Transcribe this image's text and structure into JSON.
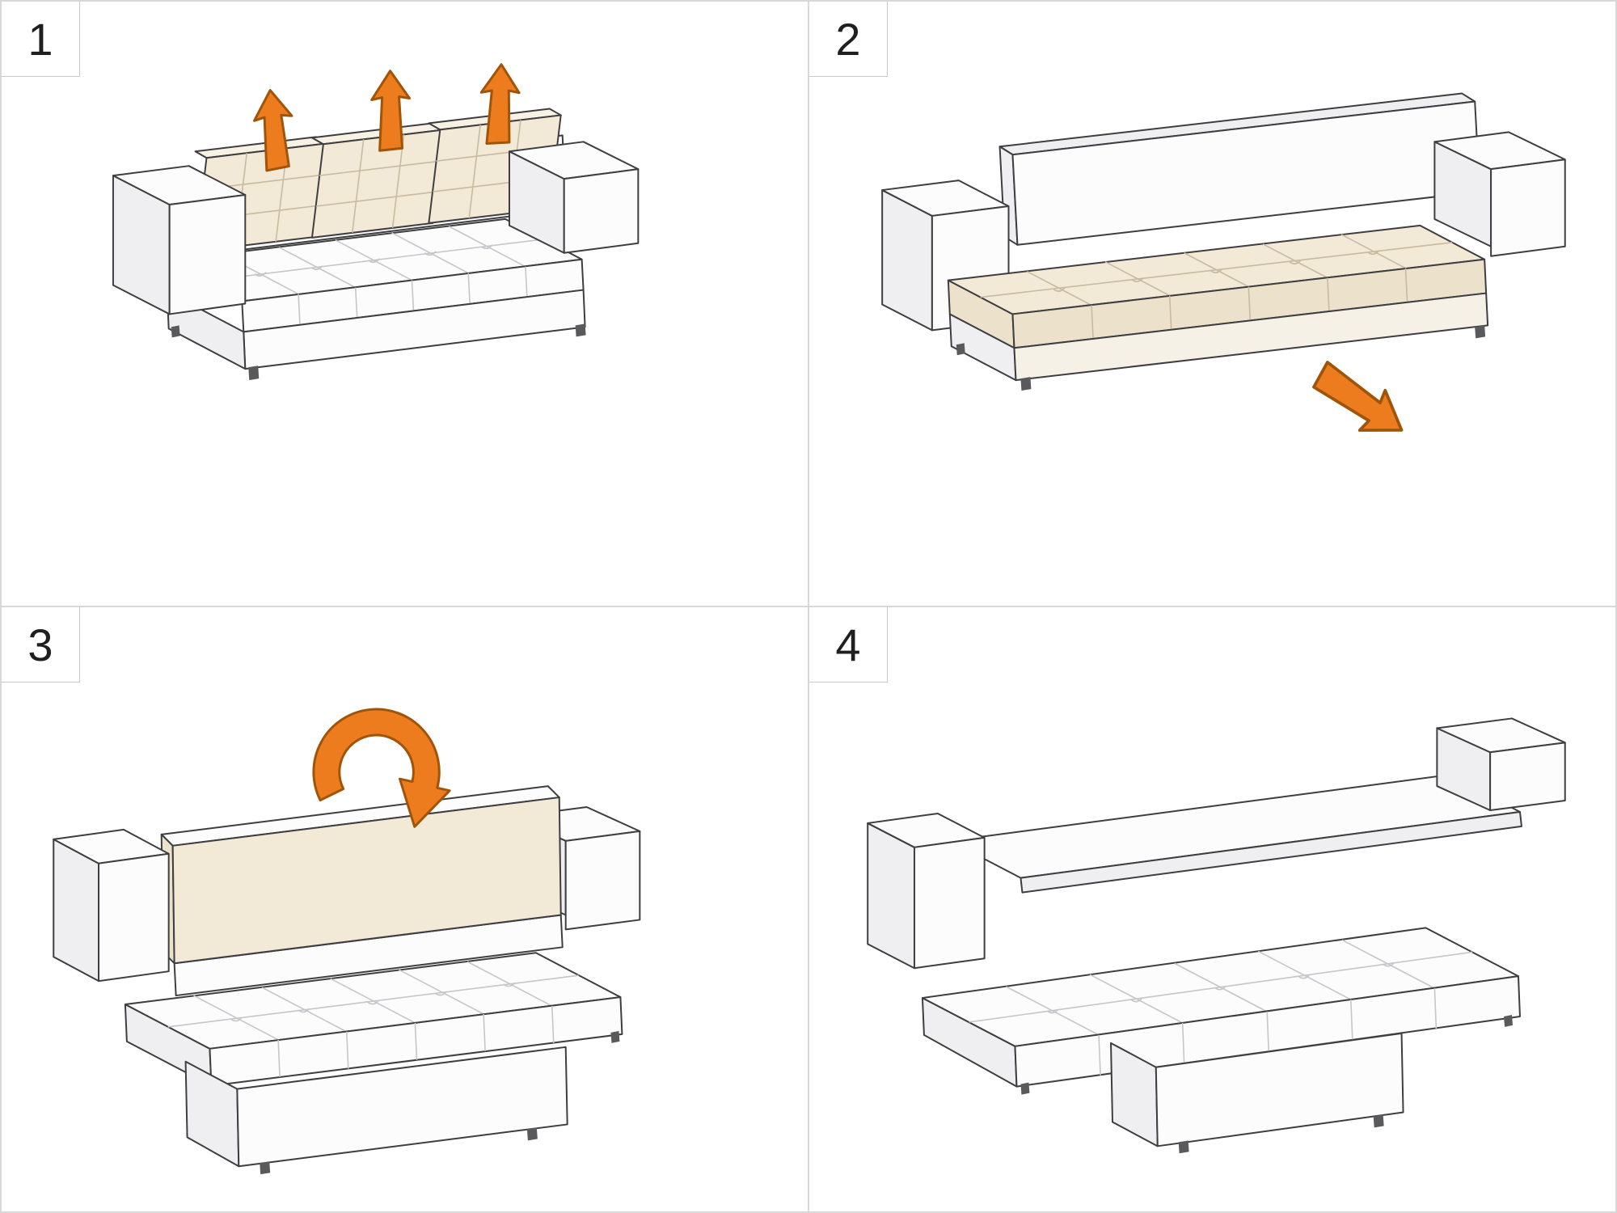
{
  "steps": [
    {
      "number": "1",
      "illustration": "sofa-lift-three-back-cushions-up-arrows"
    },
    {
      "number": "2",
      "illustration": "sofa-without-back-cushions-pull-out-arrow-down-right"
    },
    {
      "number": "3",
      "illustration": "sofa-pulled-out-fold-backrest-curved-arrow"
    },
    {
      "number": "4",
      "illustration": "sofa-converted-flat-bed"
    }
  ],
  "colors": {
    "accent_orange": "#ED7C1E",
    "accent_orange_dark": "#A05408",
    "outline": "#3E3E40",
    "sofa_white": "#FCFCFD",
    "sofa_shade": "#EFEFF2",
    "sofa_seam": "#C6C6CA",
    "cushion_cream": "#F2E9D6",
    "cushion_cream_light": "#F8F2E4",
    "cushion_cream_dark": "#ECE2CC",
    "cushion_seam": "#C6BBA1",
    "base_beige": "#F6F1E6",
    "foot_gray": "#5A5A5C",
    "grid_line": "#D8D8D8",
    "label_border": "#C9C9C9",
    "label_text": "#1F1F1F",
    "background": "#FFFFFF"
  }
}
